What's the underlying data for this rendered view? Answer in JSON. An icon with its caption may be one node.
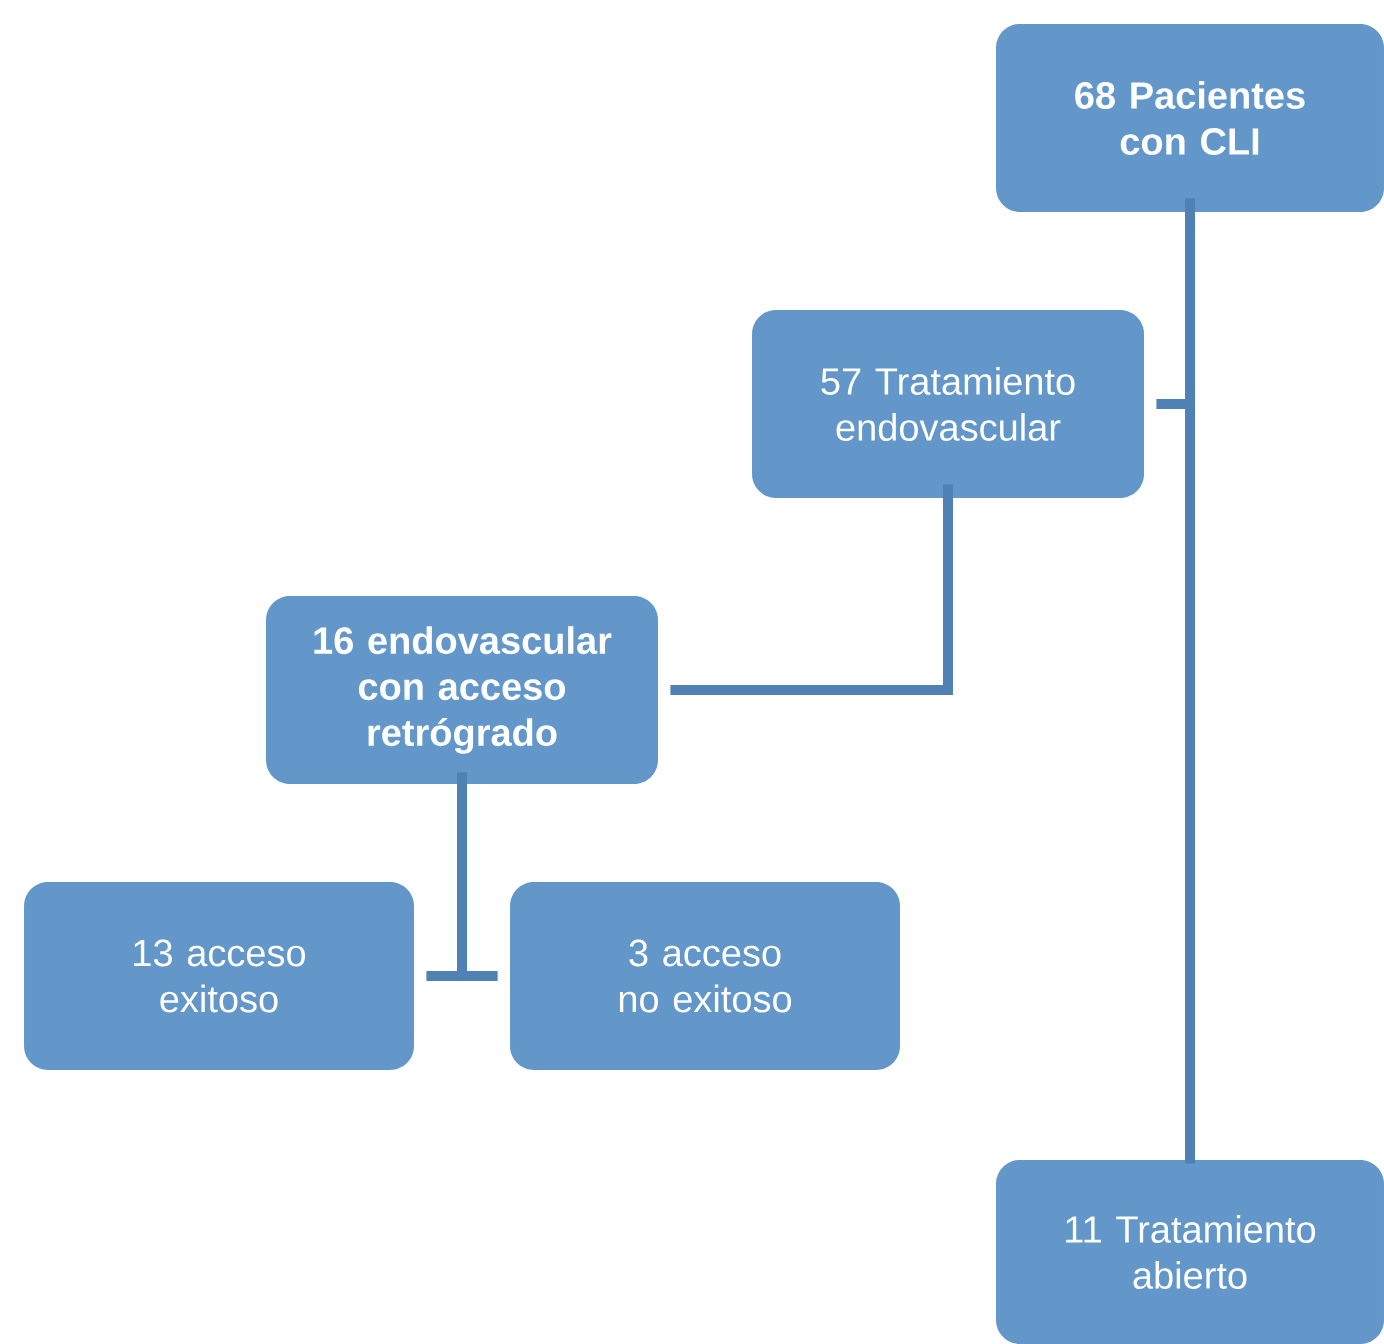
{
  "diagram": {
    "nodes": [
      {
        "text": [
          "68 Pacientes con CLI"
        ]
      },
      {
        "text": [
          "57 Tratamiento endovascular"
        ]
      },
      {
        "text": [
          "16 endovascular con acceso retrógrado"
        ]
      },
      {
        "text": [
          "13 acceso exitoso"
        ]
      },
      {
        "text": [
          "3 acceso no exitoso"
        ]
      },
      {
        "text": [
          "11 Tratamiento abierto"
        ]
      }
    ],
    "edges": [
      {
        "from": 0,
        "to": 1,
        "arrow": "none"
      },
      {
        "from": 0,
        "to": 5,
        "arrow": "none"
      },
      {
        "from": 1,
        "to": 2,
        "arrow": "none"
      },
      {
        "from": 2,
        "to": 3,
        "arrow": "none"
      },
      {
        "from": 2,
        "to": 4,
        "arrow": "none"
      }
    ]
  }
}
